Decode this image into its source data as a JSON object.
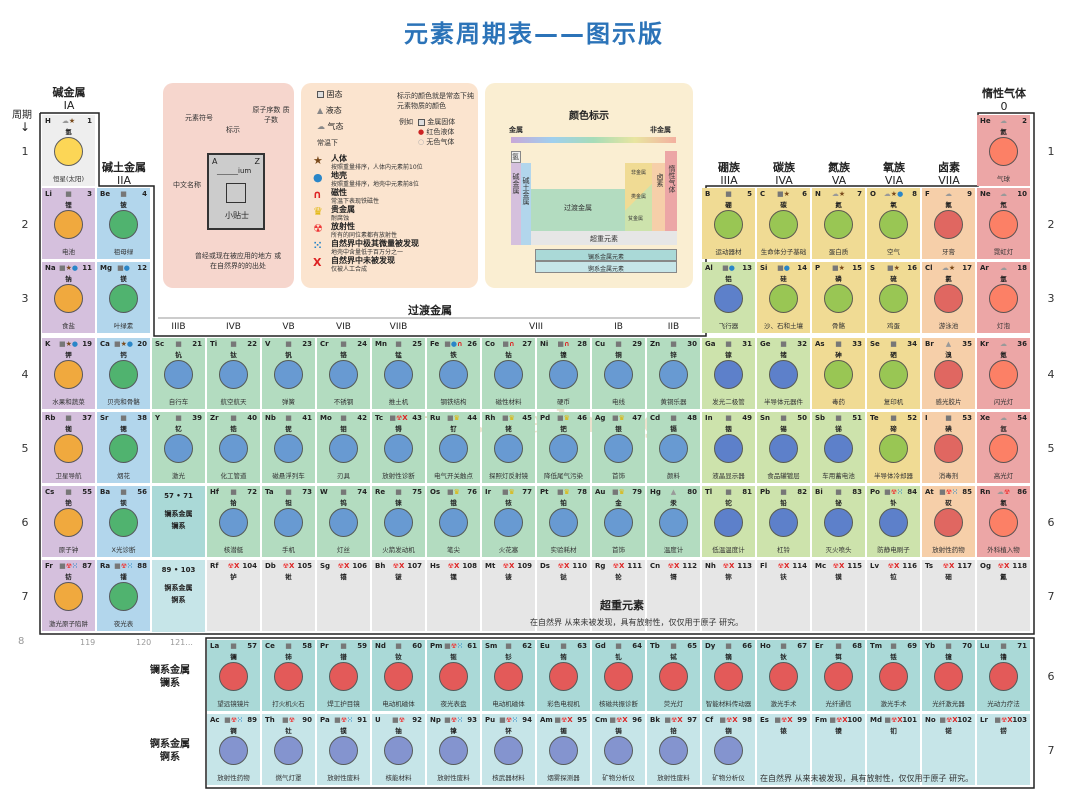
{
  "title": "元素周期表——图示版",
  "watermark": "www.xue-ba.org",
  "colors": {
    "title": "#2b73b8",
    "hydrogen": "#eeeeee",
    "alkali": "#d5c0dd",
    "alkaline": "#b2d6ec",
    "transition": "#b3dcc0",
    "nonmetal": "#f0db94",
    "poor": "#cde3ac",
    "halogen": "#f6cfa9",
    "noble": "#eca6a6",
    "superheavy": "#e6e6e6",
    "lanthanide": "#aad9d7",
    "actinide": "#c6e5e8"
  },
  "groups": {
    "g1": {
      "name": "碱金属",
      "num": "IA"
    },
    "g2": {
      "name": "碱土金属",
      "num": "IIA"
    },
    "g13": {
      "name": "硼族",
      "num": "IIIA"
    },
    "g14": {
      "name": "碳族",
      "num": "IVA"
    },
    "g15": {
      "name": "氮族",
      "num": "VA"
    },
    "g16": {
      "name": "氧族",
      "num": "VIA"
    },
    "g17": {
      "name": "卤素",
      "num": "VIIA"
    },
    "g18": {
      "name": "惰性气体",
      "num": "0"
    },
    "transition": {
      "name": "过渡金属",
      "nums": [
        "IIIB",
        "IVB",
        "VB",
        "VIB",
        "VIIB",
        "VIII",
        "IB",
        "IIB"
      ]
    }
  },
  "period_label": "周期",
  "period_arrow": "↓",
  "periods": [
    "1",
    "2",
    "3",
    "4",
    "5",
    "6",
    "7"
  ],
  "period8": {
    "num": "8",
    "e119": "119",
    "e120": "120",
    "e121": "121..."
  },
  "series": {
    "lan_range": "57 • 71",
    "act_range": "89 • 103",
    "lan_name": "镧系金属",
    "lan_short": "镧系",
    "act_name": "锕系金属",
    "act_short": "锕系"
  },
  "superheavy": {
    "label": "超重元素",
    "note": "在自然界 从来未被发现，具有放射性，仅仅用于原子 研究。"
  },
  "legend_key": {
    "symbol": "元素符号",
    "mark": "标示",
    "number": "原子序数 质子数",
    "cn": "中文名称",
    "a": "A",
    "z": "Z",
    "ium": "______ium",
    "tip": "小贴士",
    "use": "曾经或现在被应用的地方 或在自然界的的出处"
  },
  "legend_state": {
    "solid": "固态",
    "liquid": "液态",
    "gas": "气态",
    "note": "常温下",
    "color_note": "标示的颜色就是常态下纯元素物质的颜色",
    "example": "例如",
    "ex1": "金属固体",
    "ex2": "红色液体",
    "ex3": "无色气体",
    "items": [
      {
        "t": "人体",
        "d": "按照重量排序，人体内元素前10位"
      },
      {
        "t": "地壳",
        "d": "按照重量排序，地壳中元素前8位"
      },
      {
        "t": "磁性",
        "d": "常温下表现铁磁性"
      },
      {
        "t": "贵金属",
        "d": "耐腐蚀"
      },
      {
        "t": "放射性",
        "d": "所有的同位素都有放射性"
      },
      {
        "t": "自然界中极其微量被发现",
        "d": "地壳中含量低于百万分之一"
      },
      {
        "t": "自然界中未被发现",
        "d": "仅被人工合成"
      }
    ]
  },
  "legend_color": {
    "title": "颜色标示",
    "metal": "金属",
    "nonmetal": "非金属",
    "h": "氢",
    "alkali": "碱金属",
    "alkaline": "碱土金属",
    "transition": "过渡金属",
    "nonmetal2": "非金属",
    "metalloid": "类金属",
    "poor": "贫金属",
    "halogen": "卤素",
    "noble": "惰性气体",
    "superheavy": "超重元素",
    "lan": "镧系金属元素",
    "act": "锕系金属元素"
  },
  "elements": [
    {
      "n": "1",
      "s": "H",
      "c": "氢",
      "u": "恒星(太阳)",
      "st": "g",
      "f": "h"
    },
    {
      "n": "2",
      "s": "He",
      "c": "氦",
      "u": "气球",
      "st": "g",
      "f": ""
    },
    {
      "n": "3",
      "s": "Li",
      "c": "锂",
      "u": "电池",
      "st": "s",
      "f": ""
    },
    {
      "n": "4",
      "s": "Be",
      "c": "铍",
      "u": "祖母绿",
      "st": "s",
      "f": ""
    },
    {
      "n": "5",
      "s": "B",
      "c": "硼",
      "u": "运动器材",
      "st": "s",
      "f": ""
    },
    {
      "n": "6",
      "s": "C",
      "c": "碳",
      "u": "生命体分子基础",
      "st": "s",
      "f": "h"
    },
    {
      "n": "7",
      "s": "N",
      "c": "氮",
      "u": "蛋白质",
      "st": "g",
      "f": "h"
    },
    {
      "n": "8",
      "s": "O",
      "c": "氧",
      "u": "空气",
      "st": "g",
      "f": "hc"
    },
    {
      "n": "9",
      "s": "F",
      "c": "氟",
      "u": "牙膏",
      "st": "g",
      "f": ""
    },
    {
      "n": "10",
      "s": "Ne",
      "c": "氖",
      "u": "霓虹灯",
      "st": "g",
      "f": ""
    },
    {
      "n": "11",
      "s": "Na",
      "c": "钠",
      "u": "食盐",
      "st": "s",
      "f": "hc"
    },
    {
      "n": "12",
      "s": "Mg",
      "c": "镁",
      "u": "叶绿素",
      "st": "s",
      "f": "c"
    },
    {
      "n": "13",
      "s": "Al",
      "c": "铝",
      "u": "飞行器",
      "st": "s",
      "f": "c"
    },
    {
      "n": "14",
      "s": "Si",
      "c": "硅",
      "u": "沙、石和土壤",
      "st": "s",
      "f": "c"
    },
    {
      "n": "15",
      "s": "P",
      "c": "磷",
      "u": "骨骼",
      "st": "s",
      "f": "h"
    },
    {
      "n": "16",
      "s": "S",
      "c": "硫",
      "u": "鸡蛋",
      "st": "s",
      "f": "h"
    },
    {
      "n": "17",
      "s": "Cl",
      "c": "氯",
      "u": "游泳池",
      "st": "g",
      "f": "h"
    },
    {
      "n": "18",
      "s": "Ar",
      "c": "氩",
      "u": "灯泡",
      "st": "g",
      "f": ""
    },
    {
      "n": "19",
      "s": "K",
      "c": "钾",
      "u": "水果和蔬菜",
      "st": "s",
      "f": "hc"
    },
    {
      "n": "20",
      "s": "Ca",
      "c": "钙",
      "u": "贝壳和骨骼",
      "st": "s",
      "f": "hc"
    },
    {
      "n": "21",
      "s": "Sc",
      "c": "钪",
      "u": "自行车",
      "st": "s",
      "f": ""
    },
    {
      "n": "22",
      "s": "Ti",
      "c": "钛",
      "u": "航空航天",
      "st": "s",
      "f": ""
    },
    {
      "n": "23",
      "s": "V",
      "c": "钒",
      "u": "弹簧",
      "st": "s",
      "f": ""
    },
    {
      "n": "24",
      "s": "Cr",
      "c": "铬",
      "u": "不锈钢",
      "st": "s",
      "f": ""
    },
    {
      "n": "25",
      "s": "Mn",
      "c": "锰",
      "u": "推土机",
      "st": "s",
      "f": ""
    },
    {
      "n": "26",
      "s": "Fe",
      "c": "铁",
      "u": "钢铁结构",
      "st": "s",
      "f": "cm"
    },
    {
      "n": "27",
      "s": "Co",
      "c": "钴",
      "u": "磁性材料",
      "st": "s",
      "f": "m"
    },
    {
      "n": "28",
      "s": "Ni",
      "c": "镍",
      "u": "硬币",
      "st": "s",
      "f": "m"
    },
    {
      "n": "29",
      "s": "Cu",
      "c": "铜",
      "u": "电线",
      "st": "s",
      "f": ""
    },
    {
      "n": "30",
      "s": "Zn",
      "c": "锌",
      "u": "黄铜乐器",
      "st": "s",
      "f": ""
    },
    {
      "n": "31",
      "s": "Ga",
      "c": "镓",
      "u": "发光二极管",
      "st": "s",
      "f": ""
    },
    {
      "n": "32",
      "s": "Ge",
      "c": "锗",
      "u": "半导体元器件",
      "st": "s",
      "f": ""
    },
    {
      "n": "33",
      "s": "As",
      "c": "砷",
      "u": "毒药",
      "st": "s",
      "f": ""
    },
    {
      "n": "34",
      "s": "Se",
      "c": "硒",
      "u": "复印机",
      "st": "s",
      "f": ""
    },
    {
      "n": "35",
      "s": "Br",
      "c": "溴",
      "u": "感光胶片",
      "st": "l",
      "f": ""
    },
    {
      "n": "36",
      "s": "Kr",
      "c": "氪",
      "u": "闪光灯",
      "st": "g",
      "f": ""
    },
    {
      "n": "37",
      "s": "Rb",
      "c": "铷",
      "u": "卫星导航",
      "st": "s",
      "f": ""
    },
    {
      "n": "38",
      "s": "Sr",
      "c": "锶",
      "u": "烟花",
      "st": "s",
      "f": ""
    },
    {
      "n": "39",
      "s": "Y",
      "c": "钇",
      "u": "激光",
      "st": "s",
      "f": ""
    },
    {
      "n": "40",
      "s": "Zr",
      "c": "锆",
      "u": "化工管道",
      "st": "s",
      "f": ""
    },
    {
      "n": "41",
      "s": "Nb",
      "c": "铌",
      "u": "磁悬浮列车",
      "st": "s",
      "f": ""
    },
    {
      "n": "42",
      "s": "Mo",
      "c": "钼",
      "u": "刃具",
      "st": "s",
      "f": ""
    },
    {
      "n": "43",
      "s": "Tc",
      "c": "锝",
      "u": "放射性诊断",
      "st": "s",
      "f": "rx"
    },
    {
      "n": "44",
      "s": "Ru",
      "c": "钌",
      "u": "电气开关触点",
      "st": "s",
      "f": "n"
    },
    {
      "n": "45",
      "s": "Rh",
      "c": "铑",
      "u": "探照灯反射镜",
      "st": "s",
      "f": "n"
    },
    {
      "n": "46",
      "s": "Pd",
      "c": "钯",
      "u": "降低尾气污染",
      "st": "s",
      "f": "n"
    },
    {
      "n": "47",
      "s": "Ag",
      "c": "银",
      "u": "首饰",
      "st": "s",
      "f": "n"
    },
    {
      "n": "48",
      "s": "Cd",
      "c": "镉",
      "u": "颜料",
      "st": "s",
      "f": ""
    },
    {
      "n": "49",
      "s": "In",
      "c": "铟",
      "u": "液晶显示器",
      "st": "s",
      "f": ""
    },
    {
      "n": "50",
      "s": "Sn",
      "c": "锡",
      "u": "食品罐镀层",
      "st": "s",
      "f": ""
    },
    {
      "n": "51",
      "s": "Sb",
      "c": "锑",
      "u": "车用蓄电池",
      "st": "s",
      "f": ""
    },
    {
      "n": "52",
      "s": "Te",
      "c": "碲",
      "u": "半导体冷却器",
      "st": "s",
      "f": ""
    },
    {
      "n": "53",
      "s": "I",
      "c": "碘",
      "u": "消毒剂",
      "st": "s",
      "f": ""
    },
    {
      "n": "54",
      "s": "Xe",
      "c": "氙",
      "u": "高光灯",
      "st": "g",
      "f": ""
    },
    {
      "n": "55",
      "s": "Cs",
      "c": "铯",
      "u": "原子钟",
      "st": "s",
      "f": ""
    },
    {
      "n": "56",
      "s": "Ba",
      "c": "钡",
      "u": "X光诊断",
      "st": "s",
      "f": ""
    },
    {
      "n": "57",
      "s": "La",
      "c": "镧",
      "u": "望远镜镜片",
      "st": "s",
      "f": ""
    },
    {
      "n": "58",
      "s": "Ce",
      "c": "铈",
      "u": "打火机火石",
      "st": "s",
      "f": ""
    },
    {
      "n": "59",
      "s": "Pr",
      "c": "镨",
      "u": "焊工护目镜",
      "st": "s",
      "f": ""
    },
    {
      "n": "60",
      "s": "Nd",
      "c": "钕",
      "u": "电动机磁体",
      "st": "s",
      "f": ""
    },
    {
      "n": "61",
      "s": "Pm",
      "c": "钷",
      "u": "夜光表盘",
      "st": "s",
      "f": "rt"
    },
    {
      "n": "62",
      "s": "Sm",
      "c": "钐",
      "u": "电动机磁体",
      "st": "s",
      "f": ""
    },
    {
      "n": "63",
      "s": "Eu",
      "c": "铕",
      "u": "彩色电视机",
      "st": "s",
      "f": ""
    },
    {
      "n": "64",
      "s": "Gd",
      "c": "钆",
      "u": "核磁共振诊断",
      "st": "s",
      "f": ""
    },
    {
      "n": "65",
      "s": "Tb",
      "c": "铽",
      "u": "荧光灯",
      "st": "s",
      "f": ""
    },
    {
      "n": "66",
      "s": "Dy",
      "c": "镝",
      "u": "智能材料传动器",
      "st": "s",
      "f": ""
    },
    {
      "n": "67",
      "s": "Ho",
      "c": "钬",
      "u": "激光手术",
      "st": "s",
      "f": ""
    },
    {
      "n": "68",
      "s": "Er",
      "c": "铒",
      "u": "光纤通信",
      "st": "s",
      "f": ""
    },
    {
      "n": "69",
      "s": "Tm",
      "c": "铥",
      "u": "激光手术",
      "st": "s",
      "f": ""
    },
    {
      "n": "70",
      "s": "Yb",
      "c": "镱",
      "u": "光纤激光器",
      "st": "s",
      "f": ""
    },
    {
      "n": "71",
      "s": "Lu",
      "c": "镥",
      "u": "光动力疗法",
      "st": "s",
      "f": ""
    },
    {
      "n": "72",
      "s": "Hf",
      "c": "铪",
      "u": "核潜艇",
      "st": "s",
      "f": ""
    },
    {
      "n": "73",
      "s": "Ta",
      "c": "钽",
      "u": "手机",
      "st": "s",
      "f": ""
    },
    {
      "n": "74",
      "s": "W",
      "c": "钨",
      "u": "灯丝",
      "st": "s",
      "f": ""
    },
    {
      "n": "75",
      "s": "Re",
      "c": "铼",
      "u": "火箭发动机",
      "st": "s",
      "f": ""
    },
    {
      "n": "76",
      "s": "Os",
      "c": "锇",
      "u": "笔尖",
      "st": "s",
      "f": "n"
    },
    {
      "n": "77",
      "s": "Ir",
      "c": "铱",
      "u": "火花塞",
      "st": "s",
      "f": "n"
    },
    {
      "n": "78",
      "s": "Pt",
      "c": "铂",
      "u": "实验耗材",
      "st": "s",
      "f": "n"
    },
    {
      "n": "79",
      "s": "Au",
      "c": "金",
      "u": "首饰",
      "st": "s",
      "f": "n"
    },
    {
      "n": "80",
      "s": "Hg",
      "c": "汞",
      "u": "温度计",
      "st": "l",
      "f": ""
    },
    {
      "n": "81",
      "s": "Tl",
      "c": "铊",
      "u": "低温温度计",
      "st": "s",
      "f": ""
    },
    {
      "n": "82",
      "s": "Pb",
      "c": "铅",
      "u": "杠铃",
      "st": "s",
      "f": ""
    },
    {
      "n": "83",
      "s": "Bi",
      "c": "铋",
      "u": "灭火喷头",
      "st": "s",
      "f": ""
    },
    {
      "n": "84",
      "s": "Po",
      "c": "钋",
      "u": "防静电刷子",
      "st": "s",
      "f": "rt"
    },
    {
      "n": "85",
      "s": "At",
      "c": "砹",
      "u": "放射性药物",
      "st": "s",
      "f": "rt"
    },
    {
      "n": "86",
      "s": "Rn",
      "c": "氡",
      "u": "外科植入物",
      "st": "g",
      "f": "r"
    },
    {
      "n": "87",
      "s": "Fr",
      "c": "钫",
      "u": "激光原子陷阱",
      "st": "s",
      "f": "rt"
    },
    {
      "n": "88",
      "s": "Ra",
      "c": "镭",
      "u": "夜光表",
      "st": "s",
      "f": "rt"
    },
    {
      "n": "89",
      "s": "Ac",
      "c": "锕",
      "u": "放射性药物",
      "st": "s",
      "f": "rt"
    },
    {
      "n": "90",
      "s": "Th",
      "c": "钍",
      "u": "燃气灯罩",
      "st": "s",
      "f": "r"
    },
    {
      "n": "91",
      "s": "Pa",
      "c": "镤",
      "u": "放射性废料",
      "st": "s",
      "f": "rt"
    },
    {
      "n": "92",
      "s": "U",
      "c": "铀",
      "u": "核能材料",
      "st": "s",
      "f": "r"
    },
    {
      "n": "93",
      "s": "Np",
      "c": "镎",
      "u": "放射性废料",
      "st": "s",
      "f": "rt"
    },
    {
      "n": "94",
      "s": "Pu",
      "c": "钚",
      "u": "核武器材料",
      "st": "s",
      "f": "rt"
    },
    {
      "n": "95",
      "s": "Am",
      "c": "镅",
      "u": "烟雾探测器",
      "st": "s",
      "f": "rx"
    },
    {
      "n": "96",
      "s": "Cm",
      "c": "锔",
      "u": "矿物分析仪",
      "st": "s",
      "f": "rx"
    },
    {
      "n": "97",
      "s": "Bk",
      "c": "锫",
      "u": "放射性废料",
      "st": "s",
      "f": "rx"
    },
    {
      "n": "98",
      "s": "Cf",
      "c": "锎",
      "u": "矿物分析仪",
      "st": "s",
      "f": "rx"
    },
    {
      "n": "99",
      "s": "Es",
      "c": "锿",
      "u": "",
      "st": "s",
      "f": "rx"
    },
    {
      "n": "100",
      "s": "Fm",
      "c": "镄",
      "u": "",
      "st": "s",
      "f": "rx"
    },
    {
      "n": "101",
      "s": "Md",
      "c": "钔",
      "u": "",
      "st": "s",
      "f": "rx"
    },
    {
      "n": "102",
      "s": "No",
      "c": "锘",
      "u": "",
      "st": "s",
      "f": "rx"
    },
    {
      "n": "103",
      "s": "Lr",
      "c": "铹",
      "u": "",
      "st": "s",
      "f": "rx"
    },
    {
      "n": "104",
      "s": "Rf",
      "c": "𬬻",
      "u": "",
      "st": "",
      "f": "rx"
    },
    {
      "n": "105",
      "s": "Db",
      "c": "𬭊",
      "u": "",
      "st": "",
      "f": "rx"
    },
    {
      "n": "106",
      "s": "Sg",
      "c": "𬭳",
      "u": "",
      "st": "",
      "f": "rx"
    },
    {
      "n": "107",
      "s": "Bh",
      "c": "𬭛",
      "u": "",
      "st": "",
      "f": "rx"
    },
    {
      "n": "108",
      "s": "Hs",
      "c": "𬭶",
      "u": "",
      "st": "",
      "f": "rx"
    },
    {
      "n": "109",
      "s": "Mt",
      "c": "鿏",
      "u": "",
      "st": "",
      "f": "rx"
    },
    {
      "n": "110",
      "s": "Ds",
      "c": "𫟼",
      "u": "",
      "st": "",
      "f": "rx"
    },
    {
      "n": "111",
      "s": "Rg",
      "c": "𬬭",
      "u": "",
      "st": "",
      "f": "rx"
    },
    {
      "n": "112",
      "s": "Cn",
      "c": "鿔",
      "u": "",
      "st": "",
      "f": "rx"
    },
    {
      "n": "113",
      "s": "Nh",
      "c": "鿭",
      "u": "",
      "st": "",
      "f": "rx"
    },
    {
      "n": "114",
      "s": "Fl",
      "c": "𫓧",
      "u": "",
      "st": "",
      "f": "rx"
    },
    {
      "n": "115",
      "s": "Mc",
      "c": "镆",
      "u": "",
      "st": "",
      "f": "rx"
    },
    {
      "n": "116",
      "s": "Lv",
      "c": "𫟷",
      "u": "",
      "st": "",
      "f": "rx"
    },
    {
      "n": "117",
      "s": "Ts",
      "c": "鿬",
      "u": "",
      "st": "",
      "f": "rx"
    },
    {
      "n": "118",
      "s": "Og",
      "c": "鿫",
      "u": "",
      "st": "",
      "f": "rx"
    }
  ]
}
